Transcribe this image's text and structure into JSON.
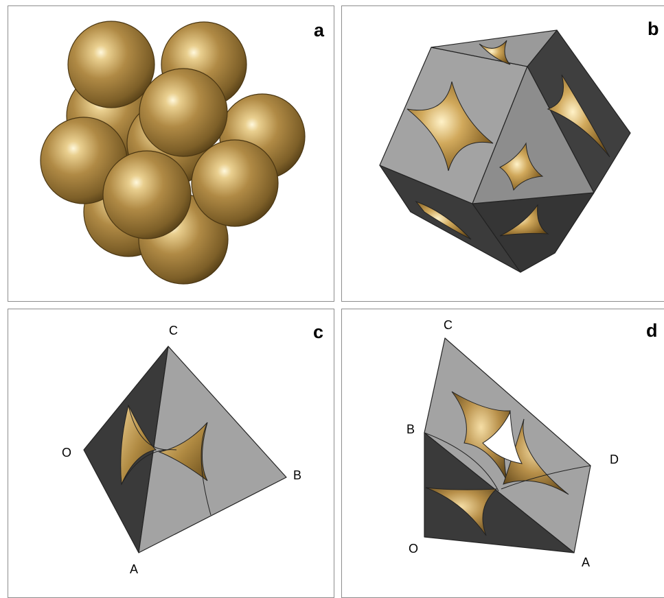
{
  "panels": [
    {
      "id": "a",
      "label": "a"
    },
    {
      "id": "b",
      "label": "b"
    },
    {
      "id": "c",
      "label": "c",
      "vertices": [
        "C",
        "O",
        "B",
        "A"
      ]
    },
    {
      "id": "d",
      "label": "d",
      "vertices": [
        "C",
        "B",
        "D",
        "O",
        "A"
      ]
    }
  ],
  "colors": {
    "sphere": "#a07c3c",
    "sphere_highlight": "#fff6d8",
    "face_light": "#a6a6a6",
    "face_mid": "#8e8e8e",
    "face_dark": "#3a3a3a",
    "void_gold": "#b08a42",
    "outline": "#222222",
    "panel_border": "#8c8c8c"
  }
}
